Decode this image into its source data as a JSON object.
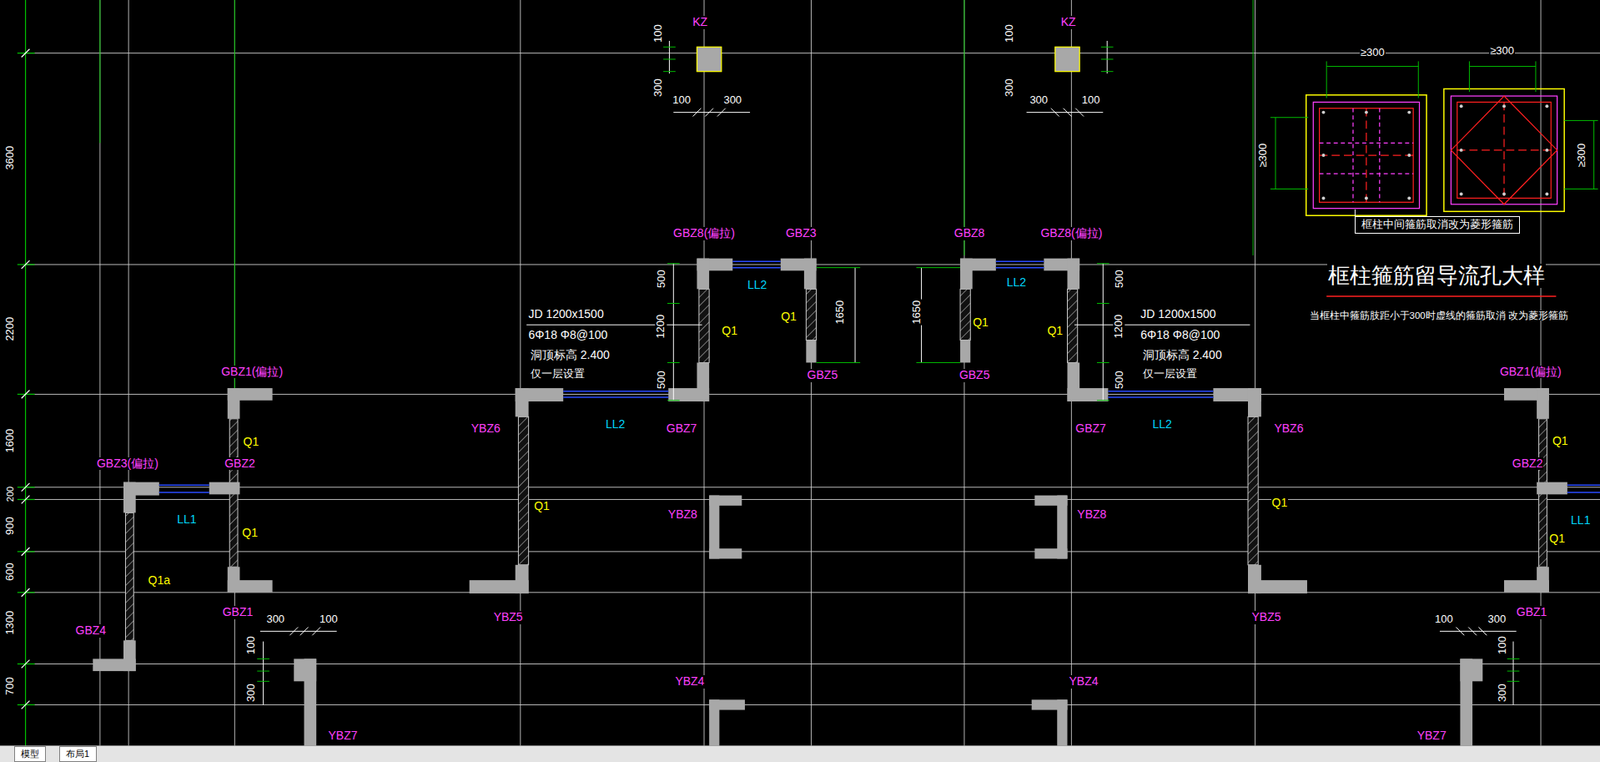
{
  "diagram": {
    "title": "框柱箍筋留导流孔大样",
    "nodes": [
      {
        "text": [
          "框柱中间箍筋取消改为菱形箍筋"
        ]
      },
      {
        "text": [
          "模型"
        ]
      },
      {
        "text": [
          "布局1"
        ]
      }
    ],
    "labels": [
      "3600",
      "2200",
      "1600",
      "200",
      "900",
      "600",
      "1300",
      "700",
      "KZ",
      "100",
      "300",
      "100",
      "300",
      "KZ",
      "100",
      "300",
      "300",
      "100",
      "GBZ8(偏拉)",
      "GBZ3",
      "GBZ8",
      "GBZ8(偏拉)",
      "LL2",
      "LL2",
      "500",
      "1200",
      "500",
      "Q1",
      "Q1",
      "1650",
      "1650",
      "Q1",
      "Q1",
      "500",
      "1200",
      "500",
      "JD 1200x1500",
      "6Φ18 Φ8@100",
      "洞顶标高 2.400",
      "仅一层设置",
      "JD 1200x1500",
      "6Φ18 Φ8@100",
      "洞顶标高 2.400",
      "仅一层设置",
      "GBZ5",
      "GBZ5",
      "GBZ1(偏拉)",
      "Q1",
      "GBZ3(偏拉)",
      "GBZ2",
      "LL1",
      "Q1",
      "Q1a",
      "GBZ1",
      "GBZ4",
      "300",
      "100",
      "100",
      "300",
      "YBZ7",
      "YBZ6",
      "LL2",
      "GBZ7",
      "Q1",
      "YBZ8",
      "YBZ5",
      "YBZ4",
      "GBZ7",
      "LL2",
      "YBZ6",
      "Q1",
      "YBZ8",
      "YBZ5",
      "YBZ4",
      "GBZ1(偏拉)",
      "Q1",
      "GBZ2",
      "LL1",
      "Q1",
      "GBZ1",
      "100",
      "300",
      "100",
      "300",
      "YBZ7",
      "≥300",
      "≥300",
      "≥300",
      "≥300",
      "当框柱中箍筋肢距小于300时虚线的箍筋取消 改为菱形箍筋"
    ]
  }
}
